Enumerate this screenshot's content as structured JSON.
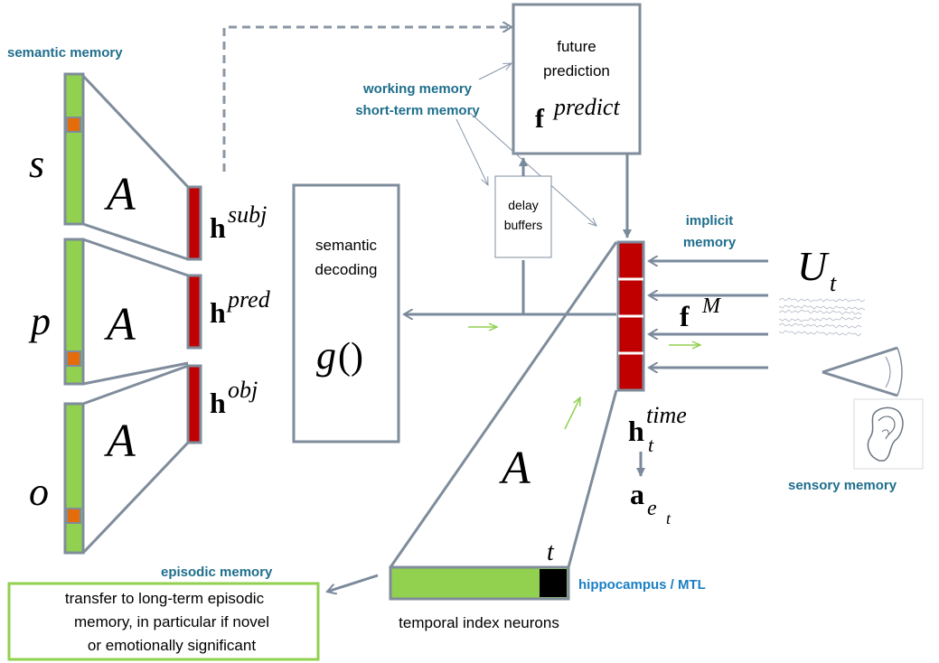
{
  "labels": {
    "semantic_memory": "semantic memory",
    "working_memory": "working memory",
    "short_term_memory": "short-term memory",
    "implicit_memory_line1": "implicit",
    "implicit_memory_line2": "memory",
    "sensory_memory": "sensory memory",
    "episodic_memory": "episodic memory",
    "hippocampus": "hippocampus / MTL",
    "temporal_index": "temporal index neurons"
  },
  "boxes": {
    "future_prediction_line1": "future",
    "future_prediction_line2": "prediction",
    "semantic_decoding_line1": "semantic",
    "semantic_decoding_line2": "decoding",
    "delay_buffers_line1": "delay",
    "delay_buffers_line2": "buffers",
    "transfer_line1": "transfer to long-term episodic",
    "transfer_line2": "memory, in particular if novel",
    "transfer_line3": "or emotionally significant"
  },
  "math": {
    "s": "s",
    "p": "p",
    "o": "o",
    "A": "A",
    "h": "h",
    "subj": "subj",
    "pred": "pred",
    "obj": "obj",
    "f": "f",
    "predict": "predict",
    "g": "g",
    "parens": "()",
    "U": "U",
    "t": "t",
    "M": "M",
    "time": "time",
    "a": "a",
    "e": "e"
  },
  "colors": {
    "bar_green": "#92d050",
    "bar_red": "#c00000",
    "marker_orange": "#e46c0a",
    "outline_gray": "#7f8c9b",
    "arrow_gray": "#7a8a9c",
    "arrow_green": "#92d050",
    "label_teal": "#1f6e8c",
    "label_blue": "#1a7fc4"
  }
}
